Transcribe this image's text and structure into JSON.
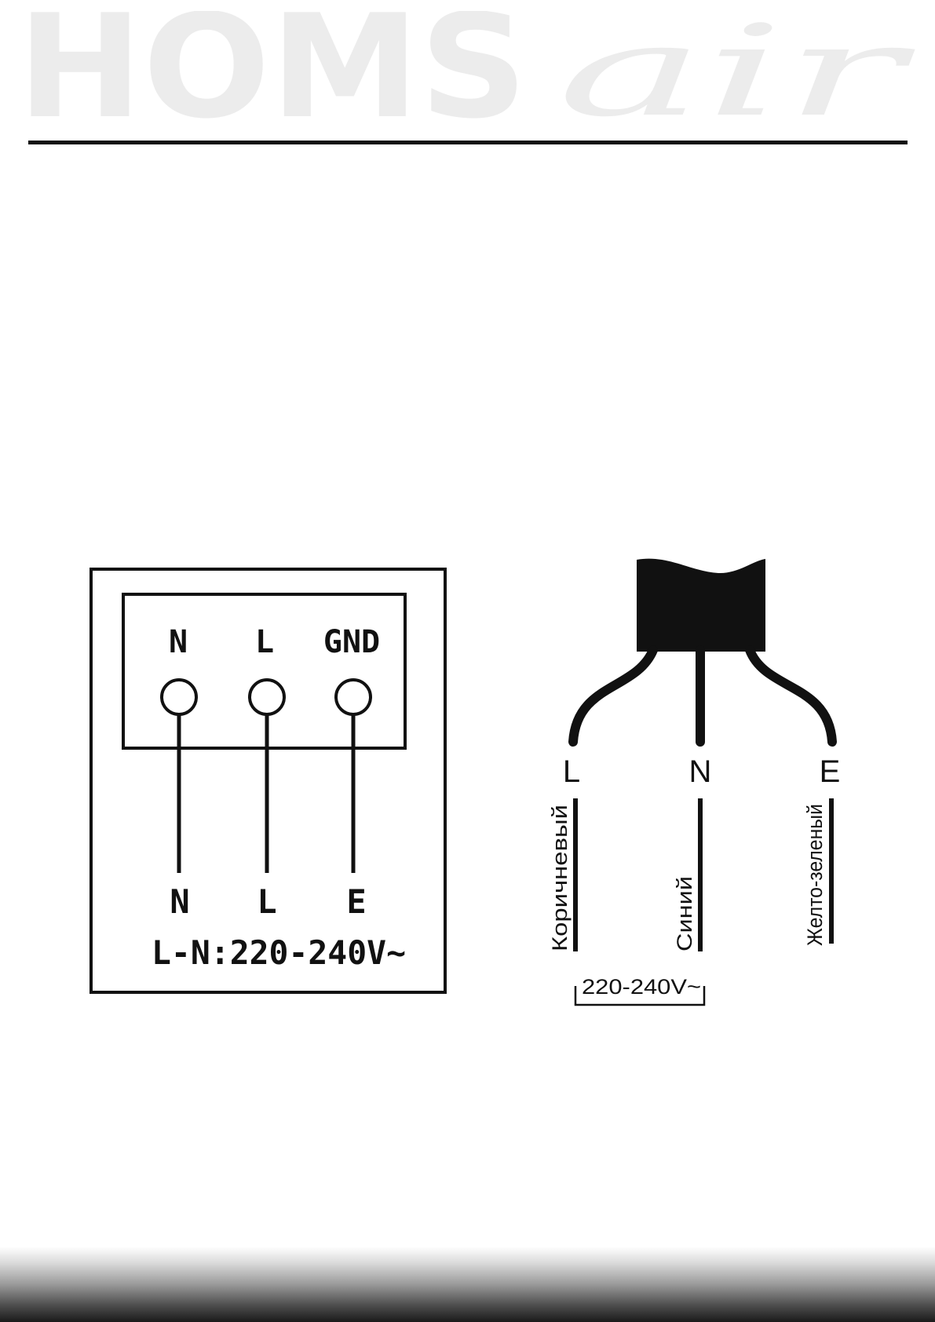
{
  "brand": {
    "name": "HOMS",
    "script": "air"
  },
  "terminal_block": {
    "terminals": [
      "N",
      "L",
      "GND"
    ],
    "outputs": [
      "N",
      "L",
      "E"
    ],
    "voltage": "L-N:220-240V~"
  },
  "cable": {
    "wires": [
      {
        "terminal": "L",
        "color_name": "Коричневый"
      },
      {
        "terminal": "N",
        "color_name": "Синий"
      },
      {
        "terminal": "E",
        "color_name": "Желто-зеленый"
      }
    ],
    "voltage": "220-240V~"
  }
}
